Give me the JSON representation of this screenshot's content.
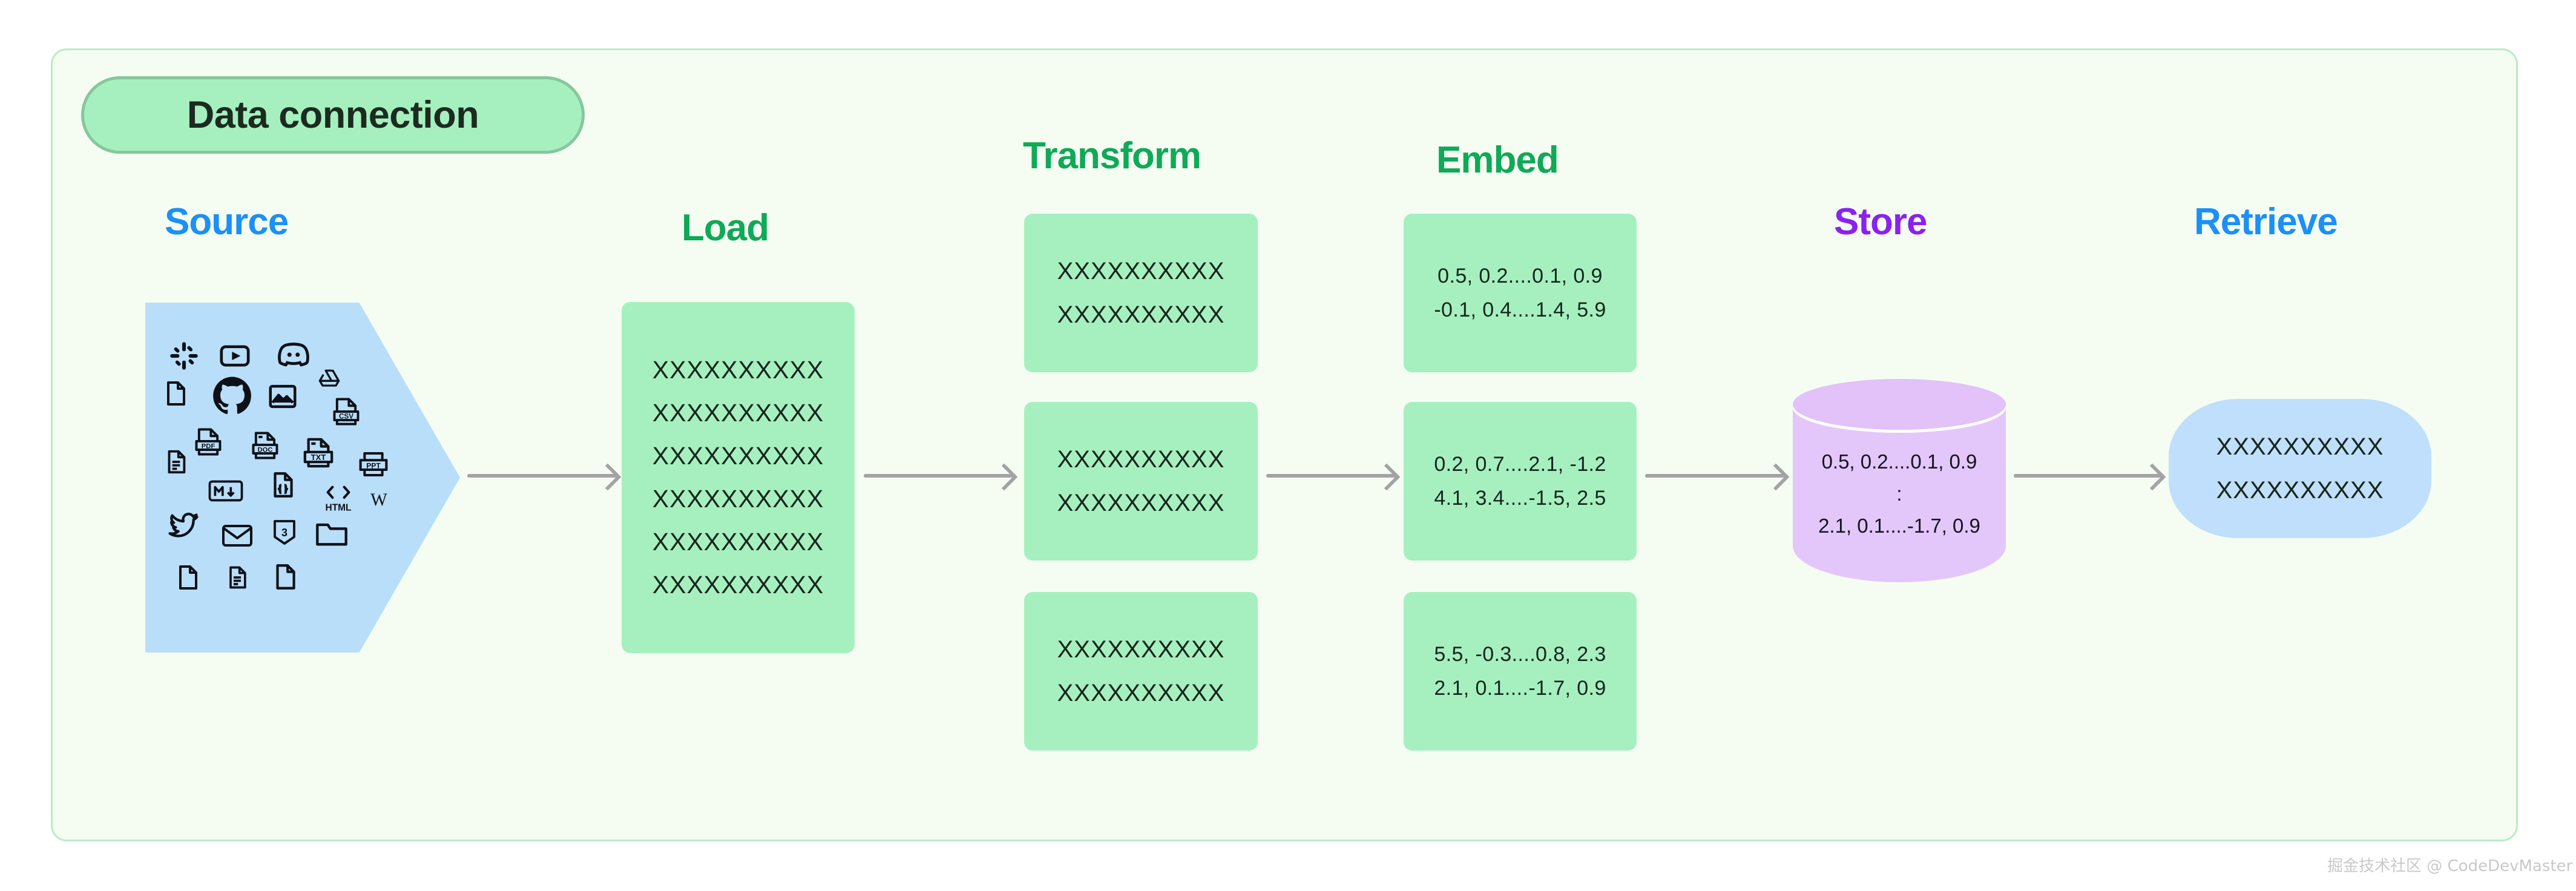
{
  "badge": {
    "label": "Data connection"
  },
  "stages": [
    {
      "key": "source",
      "title": "Source",
      "color": "#1b90f7"
    },
    {
      "key": "load",
      "title": "Load",
      "color": "#10a958"
    },
    {
      "key": "transform",
      "title": "Transform",
      "color": "#10a958"
    },
    {
      "key": "embed",
      "title": "Embed",
      "color": "#10a958"
    },
    {
      "key": "store",
      "title": "Store",
      "color": "#8b21f0"
    },
    {
      "key": "retrieve",
      "title": "Retrieve",
      "color": "#1b90f7"
    }
  ],
  "source": {
    "shape": "pentagon-arrow",
    "fill": "#b9def9",
    "icons": [
      "slack-icon",
      "youtube-icon",
      "discord-icon",
      "file-blank-icon",
      "github-icon",
      "image-icon",
      "google-drive-icon",
      "csv-file-icon",
      "document-lines-icon",
      "pdf-file-icon",
      "doc-file-icon",
      "txt-file-icon",
      "ppt-file-icon",
      "markdown-icon",
      "json-file-icon",
      "html-icon",
      "wikipedia-icon",
      "twitter-icon",
      "email-icon",
      "css3-icon",
      "folder-icon",
      "file-blank-2-icon",
      "document-lines-2-icon",
      "file-blank-3-icon"
    ]
  },
  "load": {
    "fill": "#a6f0c0",
    "lines": [
      "XXXXXXXXXX",
      "XXXXXXXXXX",
      "XXXXXXXXXX",
      "XXXXXXXXXX",
      "XXXXXXXXXX",
      "XXXXXXXXXX"
    ]
  },
  "transform": {
    "fill": "#a6f0c0",
    "cards": [
      {
        "lines": [
          "XXXXXXXXXX",
          "XXXXXXXXXX"
        ]
      },
      {
        "lines": [
          "XXXXXXXXXX",
          "XXXXXXXXXX"
        ]
      },
      {
        "lines": [
          "XXXXXXXXXX",
          "XXXXXXXXXX"
        ]
      }
    ]
  },
  "embed": {
    "fill": "#a6f0c0",
    "cards": [
      {
        "lines": [
          "0.5, 0.2....0.1, 0.9",
          "-0.1, 0.4....1.4, 5.9"
        ]
      },
      {
        "lines": [
          "0.2, 0.7....2.1, -1.2",
          "4.1, 3.4....-1.5, 2.5"
        ]
      },
      {
        "lines": [
          "5.5, -0.3....0.8, 2.3",
          "2.1, 0.1....-1.7, 0.9"
        ]
      }
    ]
  },
  "store": {
    "fill": "#e4c7fa",
    "shape": "cylinder",
    "lines": [
      "0.5, 0.2....0.1, 0.9",
      ":",
      "2.1, 0.1....-1.7, 0.9"
    ]
  },
  "retrieve": {
    "fill": "#bfdffc",
    "shape": "rounded-pill",
    "lines": [
      "XXXXXXXXXX",
      "XXXXXXXXXX"
    ]
  },
  "arrows": {
    "count": 5,
    "color": "#a3a3a3",
    "direction": "right"
  },
  "watermark": {
    "text": "掘金技术社区 @ CodeDevMaster"
  },
  "canvas": {
    "background": "#f5fdf3",
    "border_color": "#b9ecc4"
  }
}
